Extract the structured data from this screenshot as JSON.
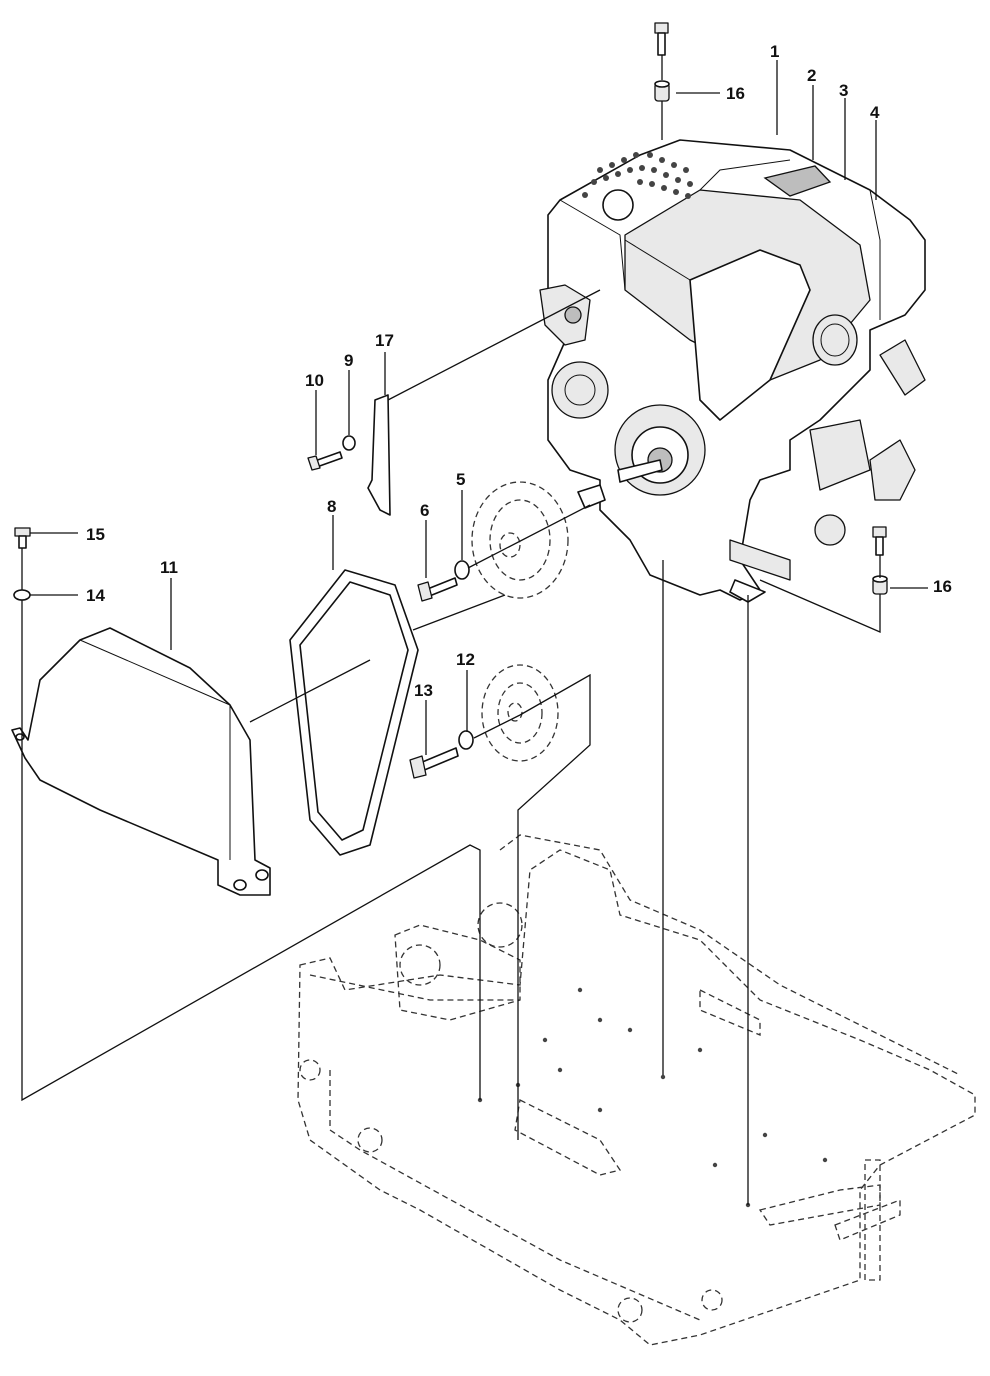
{
  "diagram": {
    "callouts": {
      "c1": "1",
      "c2": "2",
      "c3": "3",
      "c4": "4",
      "c5": "5",
      "c6": "6",
      "c8": "8",
      "c9": "9",
      "c10": "10",
      "c11": "11",
      "c12": "12",
      "c13": "13",
      "c14": "14",
      "c15": "15",
      "c16a": "16",
      "c16b": "16",
      "c17": "17"
    }
  }
}
